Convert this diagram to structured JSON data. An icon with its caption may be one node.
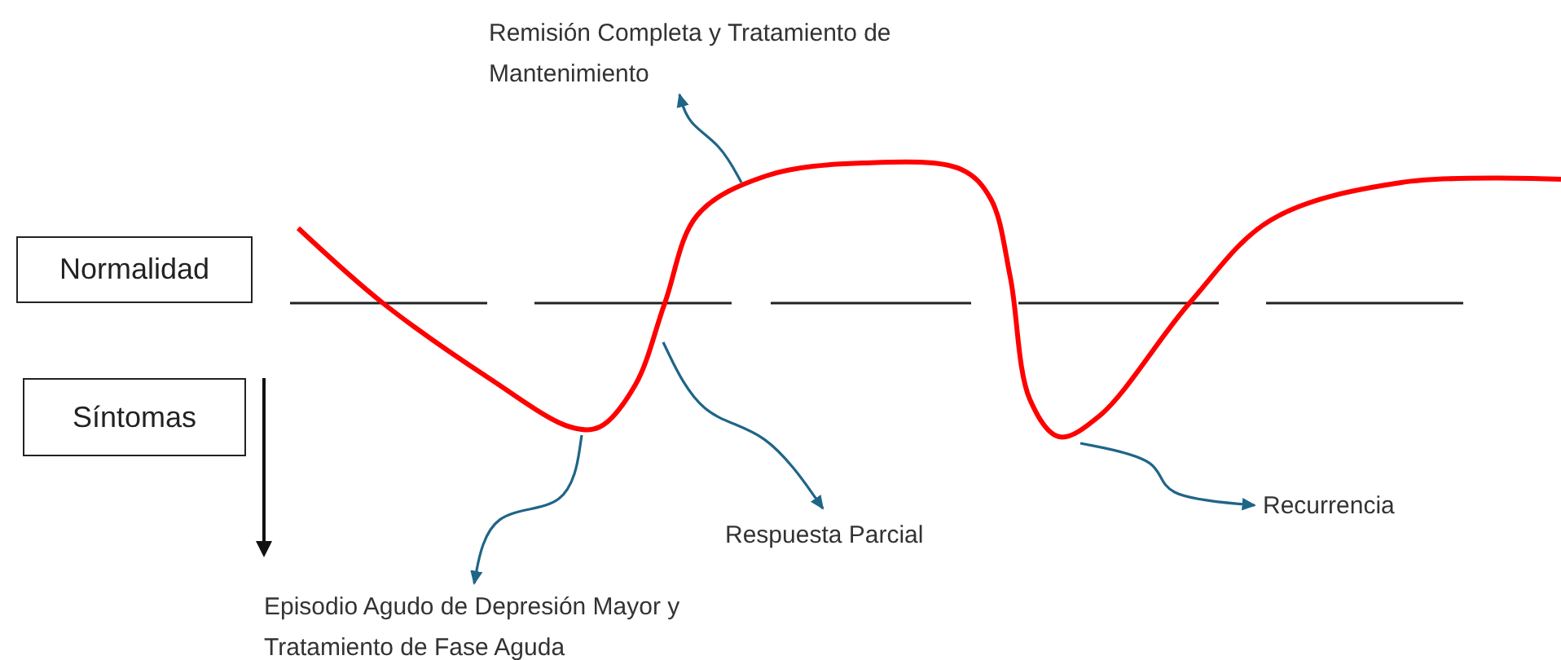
{
  "diagram": {
    "nodes": [
      {
        "text": [
          "Normalidad"
        ]
      },
      {
        "text": [
          "Síntomas"
        ]
      },
      {
        "text": [
          "Remisión Completa y Tratamiento de Mantenimiento"
        ]
      },
      {
        "text": [
          "Respuesta Parcial"
        ]
      },
      {
        "text": [
          "Episodio Agudo de Depresión Mayor y Tratamiento de Fase Aguda"
        ]
      },
      {
        "text": [
          "Recurrencia"
        ]
      }
    ],
    "edges": [
      {
        "from": null,
        "to": 2,
        "arrow": "to"
      },
      {
        "from": null,
        "to": 3,
        "arrow": "to"
      },
      {
        "from": null,
        "to": 4,
        "arrow": "to"
      },
      {
        "from": null,
        "to": 5,
        "arrow": "to"
      }
    ]
  }
}
